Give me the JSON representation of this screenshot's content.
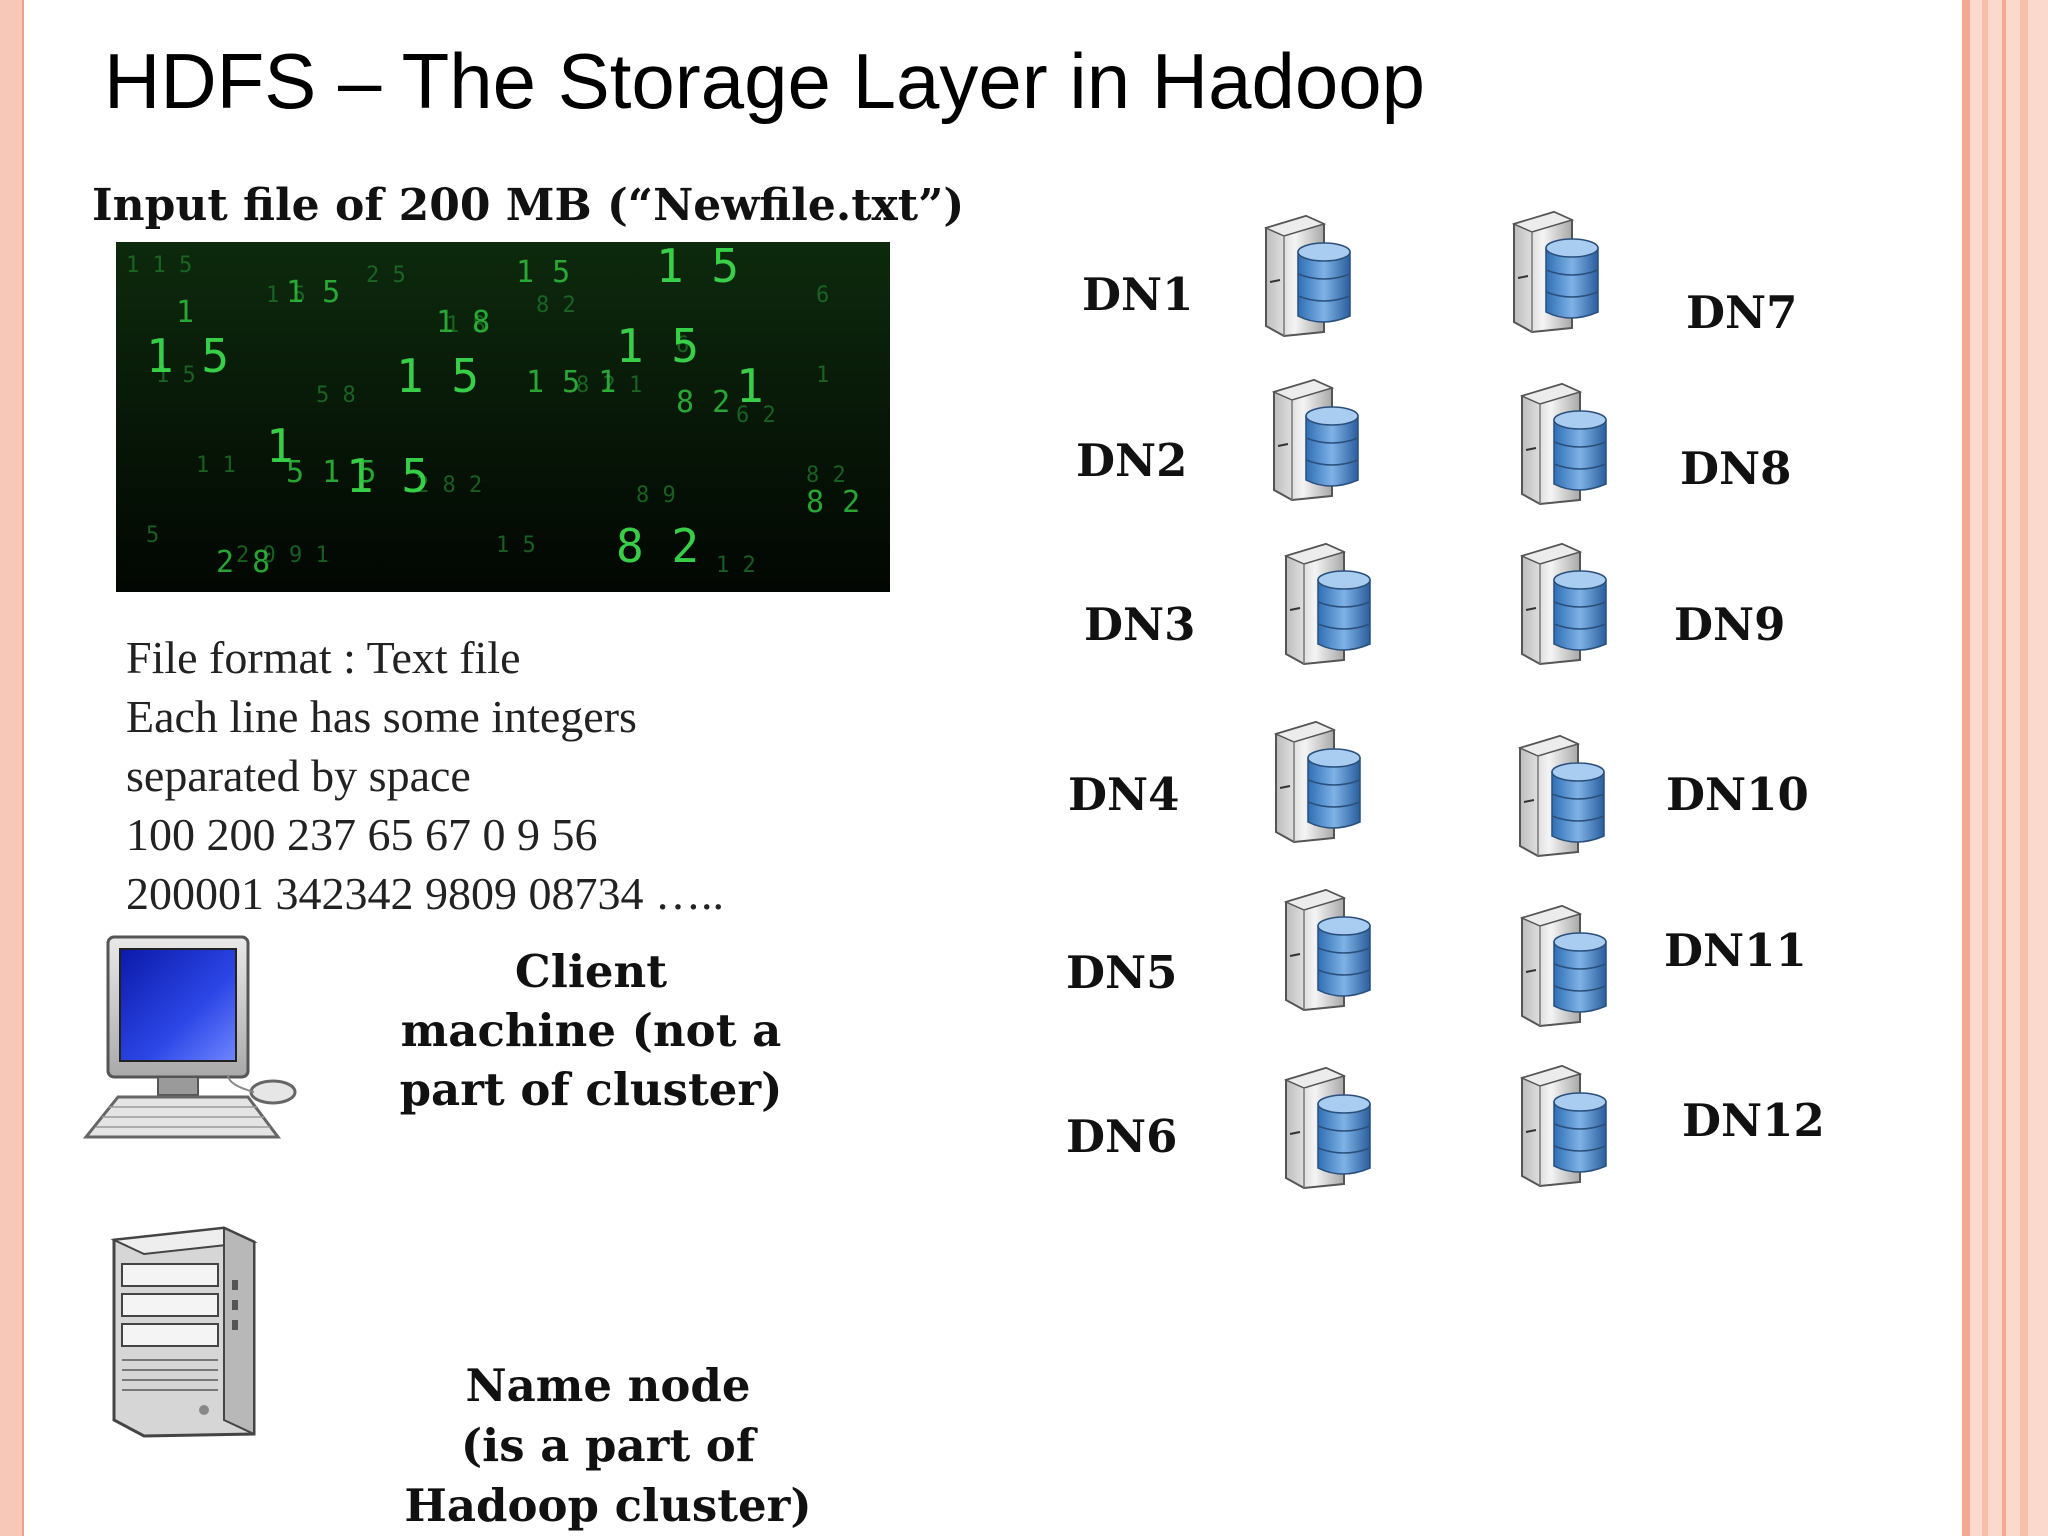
{
  "title": "HDFS – The Storage Layer in Hadoop",
  "input_caption": "Input file of 200 MB (“Newfile.txt”)",
  "file_description": [
    "File format : Text file",
    "Each line has some integers",
    "separated by  space",
    "100 200 237 65  67 0 9 56",
    "200001 342342 9809 08734 ….."
  ],
  "client_label": [
    "Client",
    "machine (not a",
    "part of cluster)"
  ],
  "namenode_label": [
    "Name node",
    "(is a part of",
    "Hadoop cluster)"
  ],
  "datanodes": {
    "left": [
      "DN1",
      "DN2",
      "DN3",
      "DN4",
      "DN5",
      "DN6"
    ],
    "right": [
      "DN7",
      "DN8",
      "DN9",
      "DN10",
      "DN11",
      "DN12"
    ]
  },
  "icons": {
    "server": "database-server-icon",
    "client": "desktop-computer-icon",
    "namenode": "tower-server-icon",
    "file_image": "matrix-digits-image"
  },
  "colors": {
    "slide_border": "#f7c7b7",
    "matrix_green": "#33d94a",
    "database_blue": "#4f8fd0",
    "screen_blue": "#1a2fc8"
  }
}
